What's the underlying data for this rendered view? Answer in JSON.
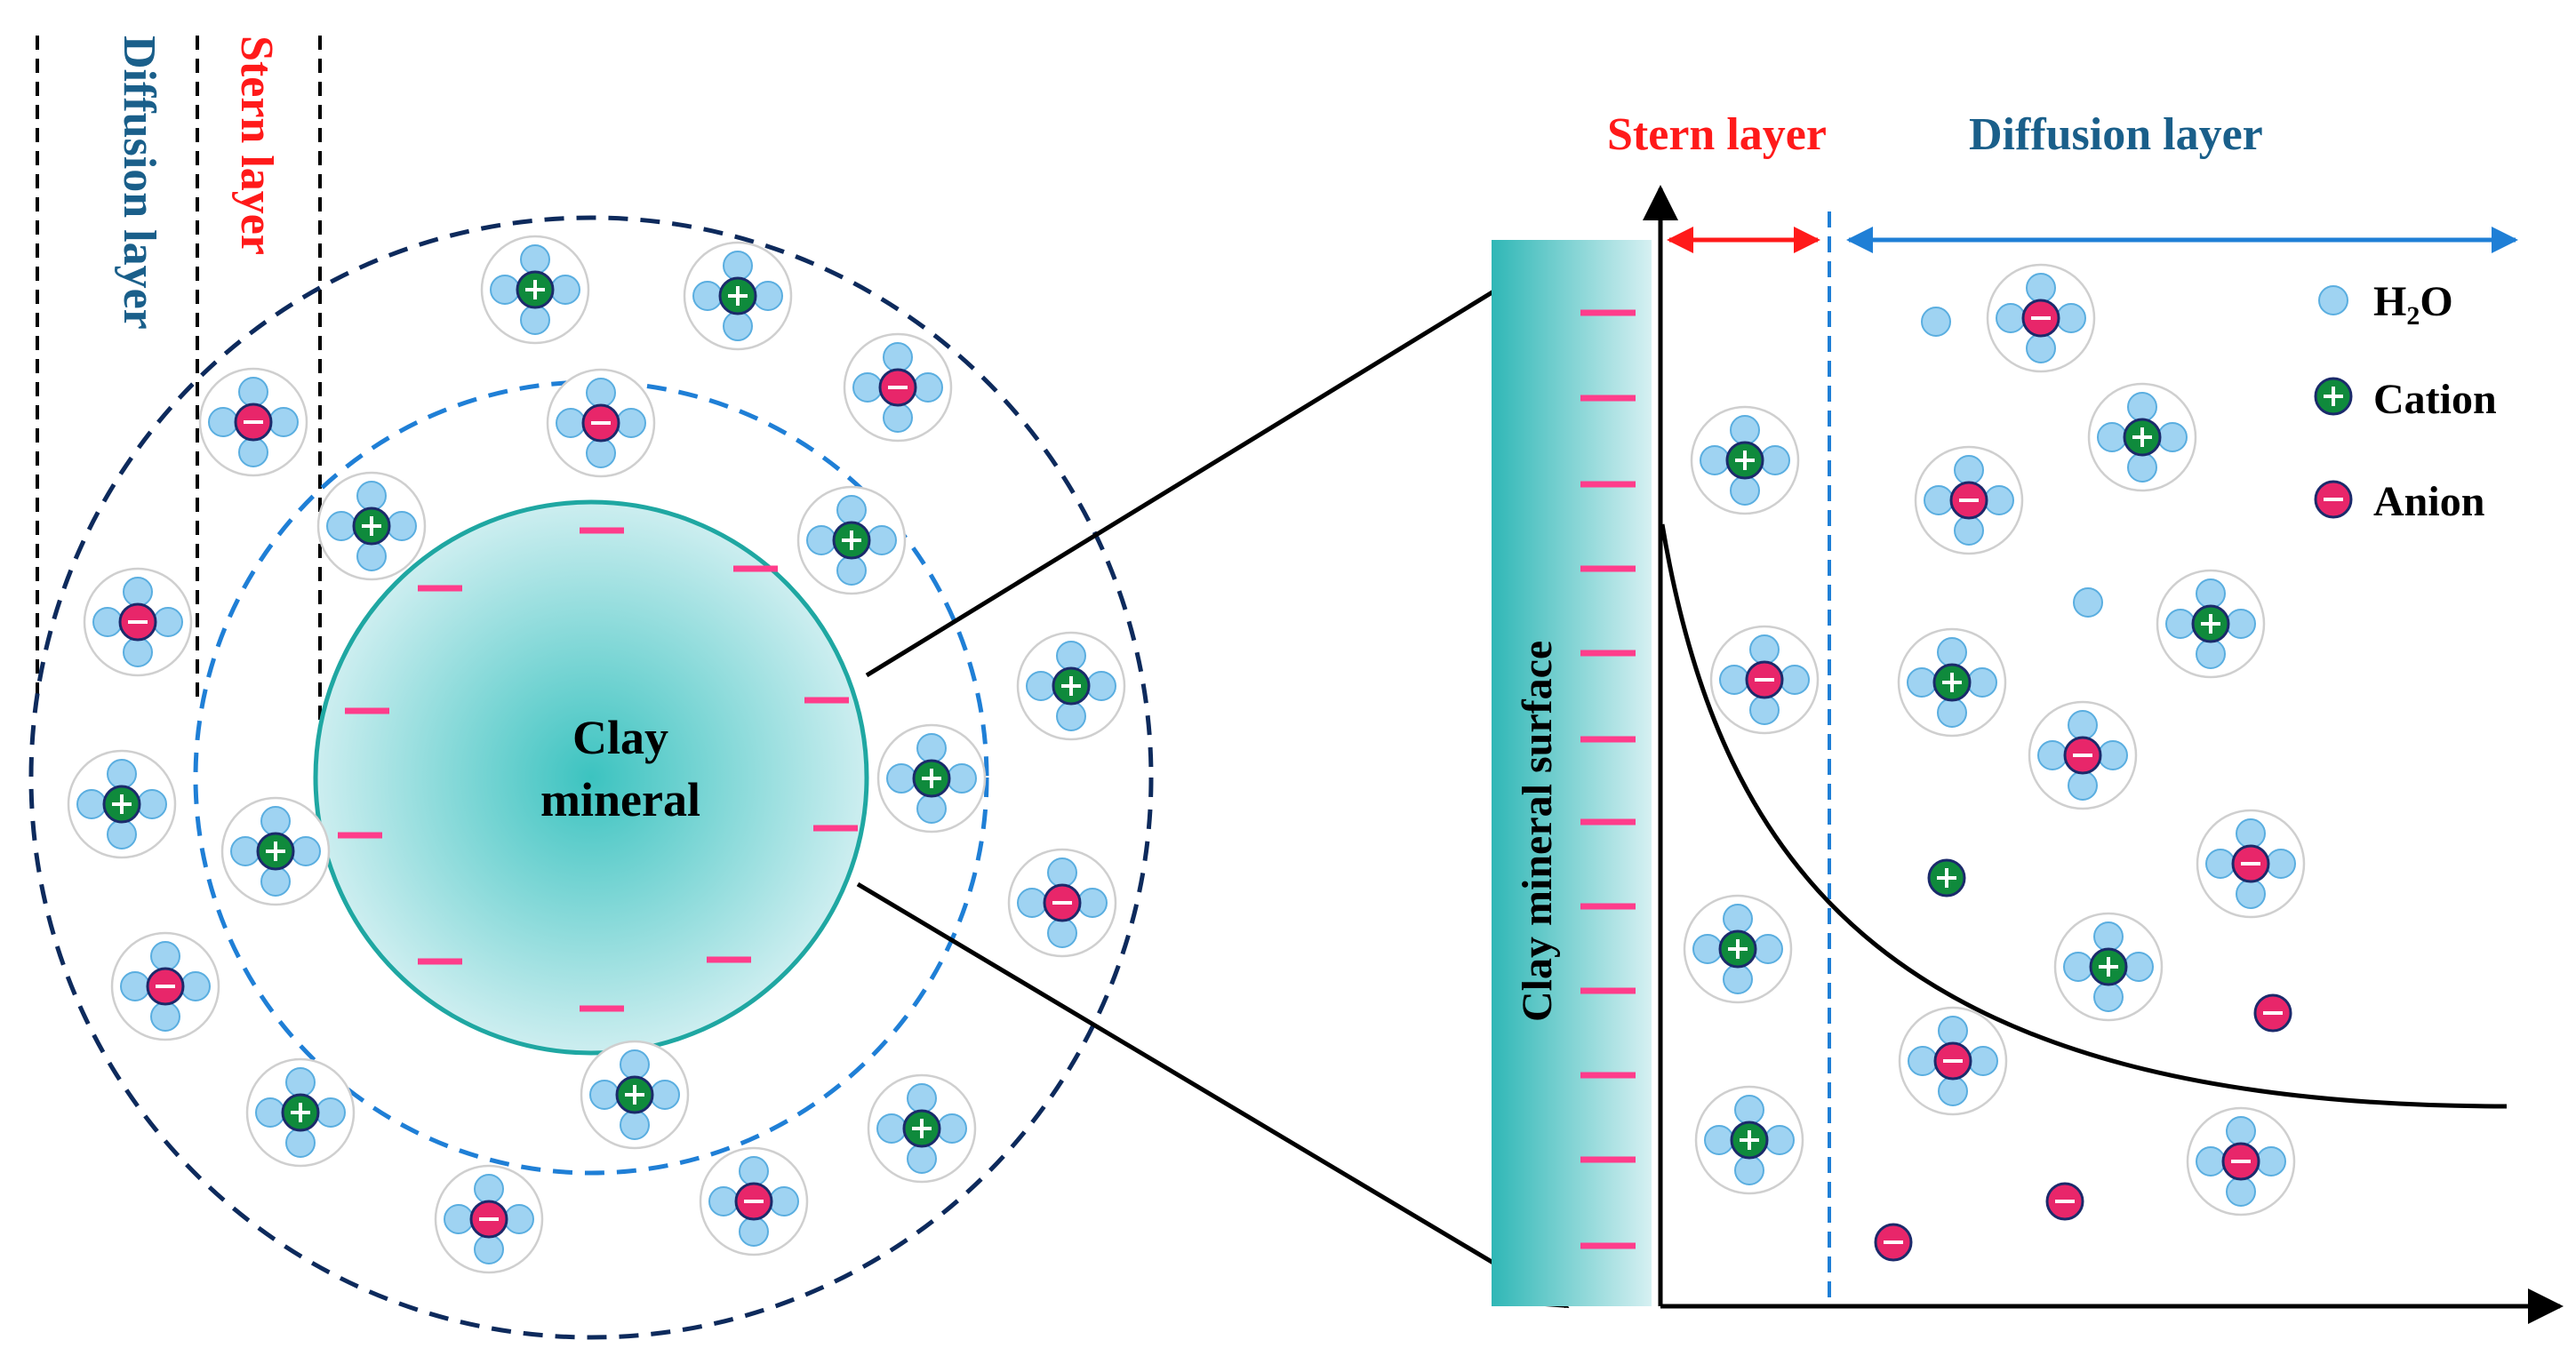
{
  "left_panel": {
    "diffusion_label": "Diffusion layer",
    "stern_label": "Stern layer",
    "center_label_line1": "Clay",
    "center_label_line2": "mineral"
  },
  "right_panel": {
    "stern_label": "Stern layer",
    "diffusion_label": "Diffusion layer",
    "surface_label": "Clay mineral surface"
  },
  "legend": {
    "water": "H",
    "water_sub": "2",
    "water_tail": "O",
    "cation": "Cation",
    "anion": "Anion"
  },
  "colors": {
    "stern": "#ff1a1a",
    "diffusion_text": "#1a5f8a",
    "diffusion_arrow": "#1f7fd6",
    "outer_ring": "#0d2a5c",
    "inner_ring": "#1f7fd6",
    "clay_center": "#3cc3c0",
    "clay_edge": "#c9ecee",
    "clay_border": "#1fa7a2",
    "water": "#9fd3f2",
    "water_stroke": "#5aaee0",
    "cation": "#0f8a3c",
    "anion": "#e8266a",
    "charge": "#ff3d8b"
  }
}
